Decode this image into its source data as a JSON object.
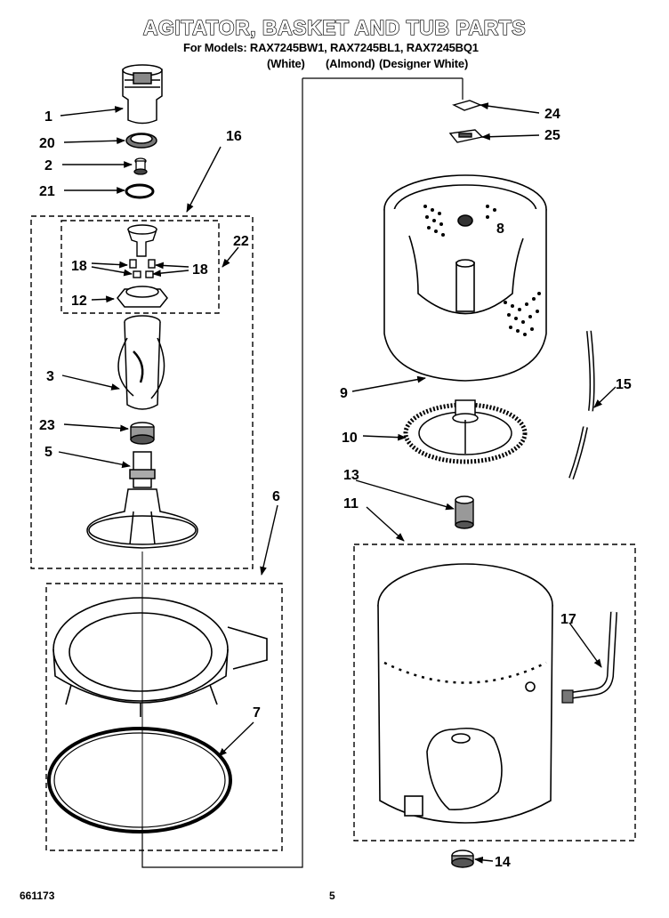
{
  "header": {
    "title": "AGITATOR, BASKET AND TUB PARTS",
    "models_line": "For Models: RAX7245BW1, RAX7245BL1, RAX7245BQ1",
    "color_white": "(White)",
    "color_almond": "(Almond)",
    "color_designer": "(Designer White)"
  },
  "callouts": {
    "c1": "1",
    "c20": "20",
    "c2": "2",
    "c21": "21",
    "c16": "16",
    "c22": "22",
    "c18a": "18",
    "c18b": "18",
    "c12": "12",
    "c3": "3",
    "c23": "23",
    "c5": "5",
    "c6": "6",
    "c7": "7",
    "c24": "24",
    "c25": "25",
    "c8": "8",
    "c9": "9",
    "c10": "10",
    "c15": "15",
    "c13": "13",
    "c11": "11",
    "c17": "17",
    "c14": "14"
  },
  "footer": {
    "doc_number": "661173",
    "page_number": "5"
  }
}
